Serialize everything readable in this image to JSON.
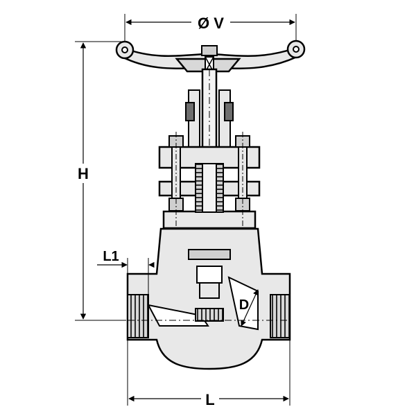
{
  "dimensions": {
    "handwheel_diameter": "Ø V",
    "height": "H",
    "length": "L",
    "thread_length": "L1",
    "bore": "D"
  },
  "colors": {
    "line": "#000000",
    "body_fill": "#e8e8e8",
    "dark_fill": "#6e6e6e",
    "background": "#ffffff"
  }
}
